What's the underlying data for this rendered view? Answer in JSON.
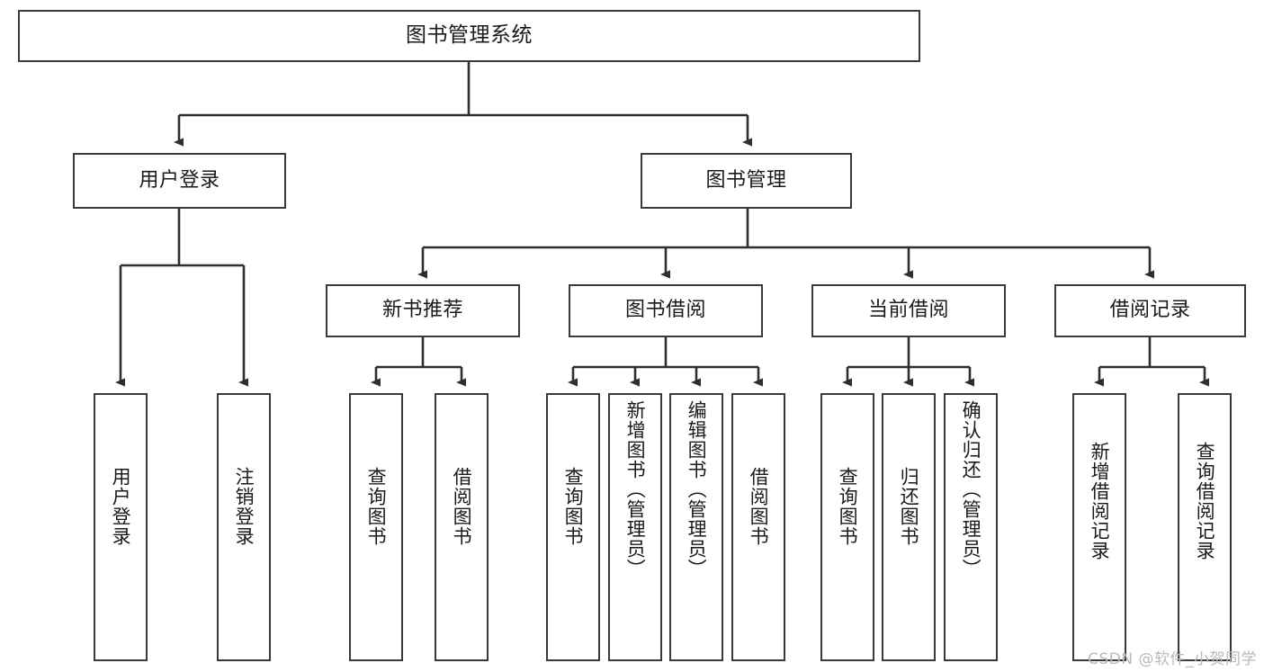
{
  "diagram": {
    "type": "tree-hierarchy-flowchart",
    "root": {
      "id": "root",
      "label": "图书管理系统"
    },
    "level1": [
      {
        "id": "user-login",
        "label": "用户登录"
      },
      {
        "id": "book-management",
        "label": "图书管理"
      }
    ],
    "level2": [
      {
        "id": "new-book-recommend",
        "label": "新书推荐",
        "parent": "book-management"
      },
      {
        "id": "book-borrow",
        "label": "图书借阅",
        "parent": "book-management"
      },
      {
        "id": "current-borrow",
        "label": "当前借阅",
        "parent": "book-management"
      },
      {
        "id": "borrow-record",
        "label": "借阅记录",
        "parent": "book-management"
      }
    ],
    "leaves": [
      {
        "id": "leaf-user-login",
        "label": "用户登录",
        "parent": "user-login"
      },
      {
        "id": "leaf-logout",
        "label": "注销登录",
        "parent": "user-login"
      },
      {
        "id": "leaf-query-book-1",
        "label": "查询图书",
        "parent": "new-book-recommend"
      },
      {
        "id": "leaf-borrow-book-1",
        "label": "借阅图书",
        "parent": "new-book-recommend"
      },
      {
        "id": "leaf-query-book-2",
        "label": "查询图书",
        "parent": "book-borrow"
      },
      {
        "id": "leaf-add-book",
        "label": "新增图书（管理员）",
        "parent": "book-borrow"
      },
      {
        "id": "leaf-edit-book",
        "label": "编辑图书（管理员）",
        "parent": "book-borrow"
      },
      {
        "id": "leaf-borrow-book-2",
        "label": "借阅图书",
        "parent": "book-borrow"
      },
      {
        "id": "leaf-query-book-3",
        "label": "查询图书",
        "parent": "current-borrow"
      },
      {
        "id": "leaf-return-book",
        "label": "归还图书",
        "parent": "current-borrow"
      },
      {
        "id": "leaf-confirm-return",
        "label": "确认归还（管理员）",
        "parent": "current-borrow"
      },
      {
        "id": "leaf-add-record",
        "label": "新增借阅记录",
        "parent": "borrow-record"
      },
      {
        "id": "leaf-query-record",
        "label": "查询借阅记录",
        "parent": "borrow-record"
      }
    ],
    "colors": {
      "box_border": "#3a3a3a",
      "box_fill": "#ffffff",
      "connector": "#2f2f2f",
      "text": "#1a1a1a",
      "watermark": "#b9b9b9"
    }
  },
  "watermark": {
    "text": "CSDN @软件_小贺同学"
  }
}
